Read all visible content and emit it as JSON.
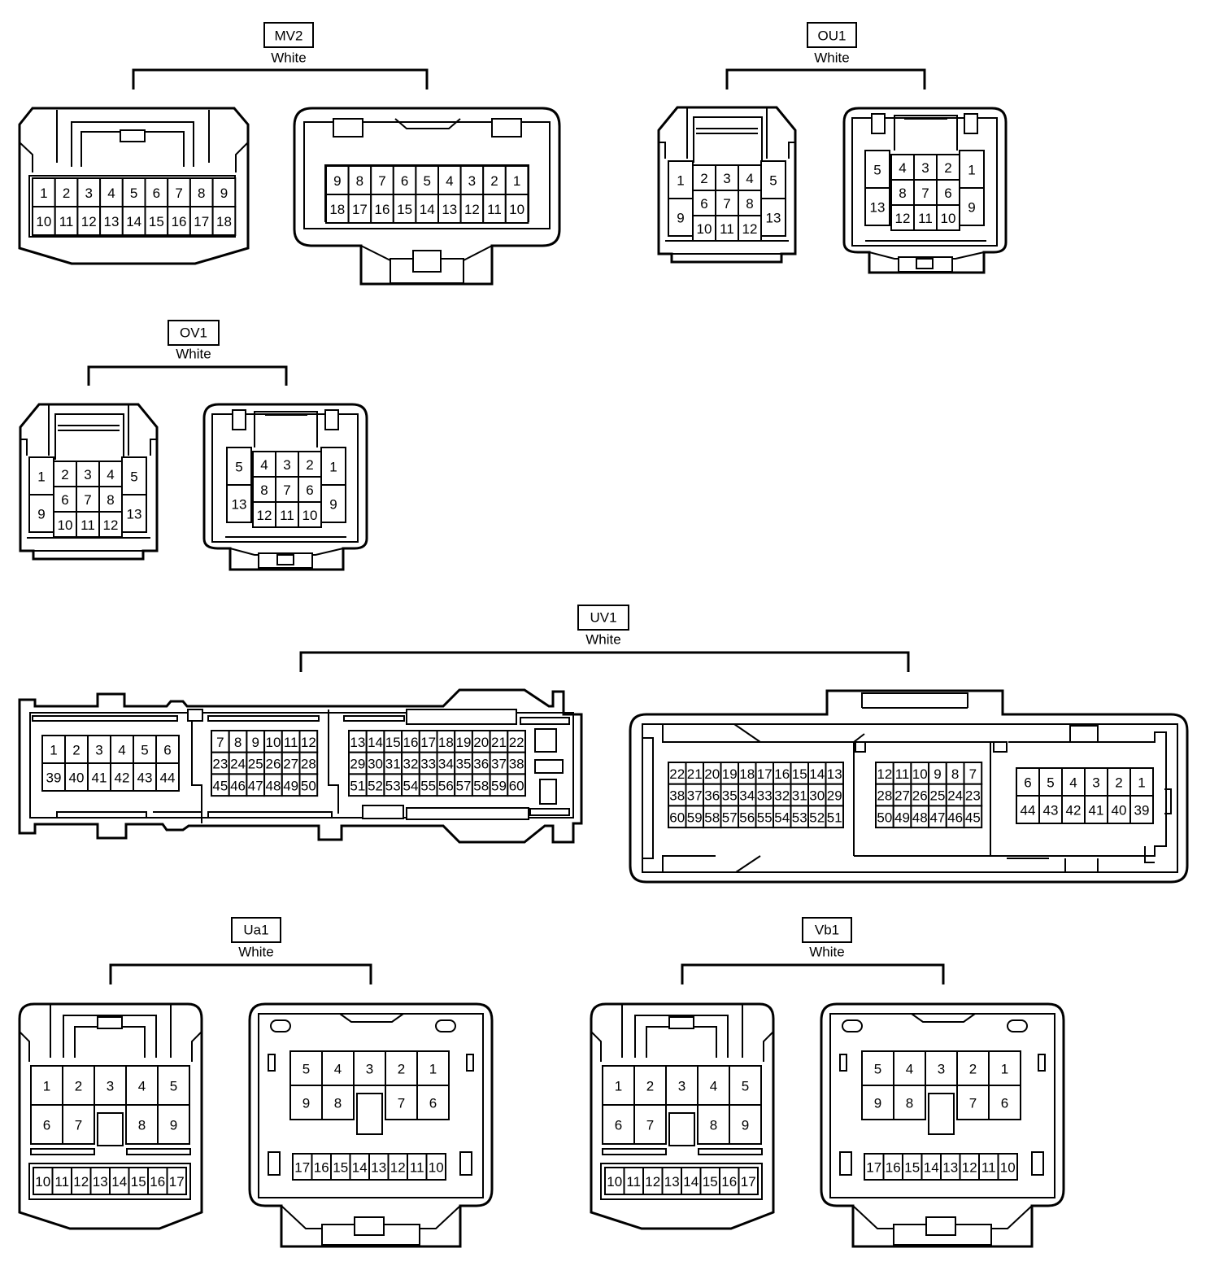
{
  "connectors": {
    "mv2": {
      "code": "MV2",
      "color": "White",
      "male_rows": [
        [
          "1",
          "2",
          "3",
          "4",
          "5",
          "6",
          "7",
          "8",
          "9"
        ],
        [
          "10",
          "11",
          "12",
          "13",
          "14",
          "15",
          "16",
          "17",
          "18"
        ]
      ],
      "female_rows": [
        [
          "9",
          "8",
          "7",
          "6",
          "5",
          "4",
          "3",
          "2",
          "1"
        ],
        [
          "18",
          "17",
          "16",
          "15",
          "14",
          "13",
          "12",
          "11",
          "10"
        ]
      ]
    },
    "ou1": {
      "code": "OU1",
      "color": "White",
      "male_left": [
        "1",
        "9"
      ],
      "male_mid": [
        [
          "2",
          "3",
          "4"
        ],
        [
          "6",
          "7",
          "8"
        ],
        [
          "10",
          "11",
          "12"
        ]
      ],
      "male_right": [
        "5",
        "13"
      ],
      "female_left": [
        "5",
        "13"
      ],
      "female_mid": [
        [
          "4",
          "3",
          "2"
        ],
        [
          "8",
          "7",
          "6"
        ],
        [
          "12",
          "11",
          "10"
        ]
      ],
      "female_right": [
        "1",
        "9"
      ]
    },
    "ov1": {
      "code": "OV1",
      "color": "White",
      "male_left": [
        "1",
        "9"
      ],
      "male_mid": [
        [
          "2",
          "3",
          "4"
        ],
        [
          "6",
          "7",
          "8"
        ],
        [
          "10",
          "11",
          "12"
        ]
      ],
      "male_right": [
        "5",
        "13"
      ],
      "female_left": [
        "5",
        "13"
      ],
      "female_mid": [
        [
          "4",
          "3",
          "2"
        ],
        [
          "8",
          "7",
          "6"
        ],
        [
          "12",
          "11",
          "10"
        ]
      ],
      "female_right": [
        "1",
        "9"
      ]
    },
    "uv1": {
      "code": "UV1",
      "color": "White",
      "male_a": [
        [
          "1",
          "2",
          "3",
          "4",
          "5",
          "6"
        ],
        [
          "39",
          "40",
          "41",
          "42",
          "43",
          "44"
        ]
      ],
      "male_b": [
        [
          "7",
          "8",
          "9",
          "10",
          "11",
          "12"
        ],
        [
          "23",
          "24",
          "25",
          "26",
          "27",
          "28"
        ],
        [
          "45",
          "46",
          "47",
          "48",
          "49",
          "50"
        ]
      ],
      "male_c": [
        [
          "13",
          "14",
          "15",
          "16",
          "17",
          "18",
          "19",
          "20",
          "21",
          "22"
        ],
        [
          "29",
          "30",
          "31",
          "32",
          "33",
          "34",
          "35",
          "36",
          "37",
          "38"
        ],
        [
          "51",
          "52",
          "53",
          "54",
          "55",
          "56",
          "57",
          "58",
          "59",
          "60"
        ]
      ],
      "female_a": [
        [
          "22",
          "21",
          "20",
          "19",
          "18",
          "17",
          "16",
          "15",
          "14",
          "13"
        ],
        [
          "38",
          "37",
          "36",
          "35",
          "34",
          "33",
          "32",
          "31",
          "30",
          "29"
        ],
        [
          "60",
          "59",
          "58",
          "57",
          "56",
          "55",
          "54",
          "53",
          "52",
          "51"
        ]
      ],
      "female_b": [
        [
          "12",
          "11",
          "10",
          "9",
          "8",
          "7"
        ],
        [
          "28",
          "27",
          "26",
          "25",
          "24",
          "23"
        ],
        [
          "50",
          "49",
          "48",
          "47",
          "46",
          "45"
        ]
      ],
      "female_c": [
        [
          "6",
          "5",
          "4",
          "3",
          "2",
          "1"
        ],
        [
          "44",
          "43",
          "42",
          "41",
          "40",
          "39"
        ]
      ]
    },
    "ua1": {
      "code": "Ua1",
      "color": "White",
      "male_top": [
        "1",
        "2",
        "3",
        "4",
        "5"
      ],
      "male_mid": [
        "6",
        "7",
        "",
        "8",
        "9"
      ],
      "male_bottom": [
        "10",
        "11",
        "12",
        "13",
        "14",
        "15",
        "16",
        "17"
      ],
      "female_top": [
        "5",
        "4",
        "3",
        "2",
        "1"
      ],
      "female_mid": [
        "9",
        "8",
        "",
        "7",
        "6"
      ],
      "female_bottom": [
        "17",
        "16",
        "15",
        "14",
        "13",
        "12",
        "11",
        "10"
      ]
    },
    "vb1": {
      "code": "Vb1",
      "color": "White",
      "male_top": [
        "1",
        "2",
        "3",
        "4",
        "5"
      ],
      "male_mid": [
        "6",
        "7",
        "",
        "8",
        "9"
      ],
      "male_bottom": [
        "10",
        "11",
        "12",
        "13",
        "14",
        "15",
        "16",
        "17"
      ],
      "female_top": [
        "5",
        "4",
        "3",
        "2",
        "1"
      ],
      "female_mid": [
        "9",
        "8",
        "",
        "7",
        "6"
      ],
      "female_bottom": [
        "17",
        "16",
        "15",
        "14",
        "13",
        "12",
        "11",
        "10"
      ]
    }
  }
}
